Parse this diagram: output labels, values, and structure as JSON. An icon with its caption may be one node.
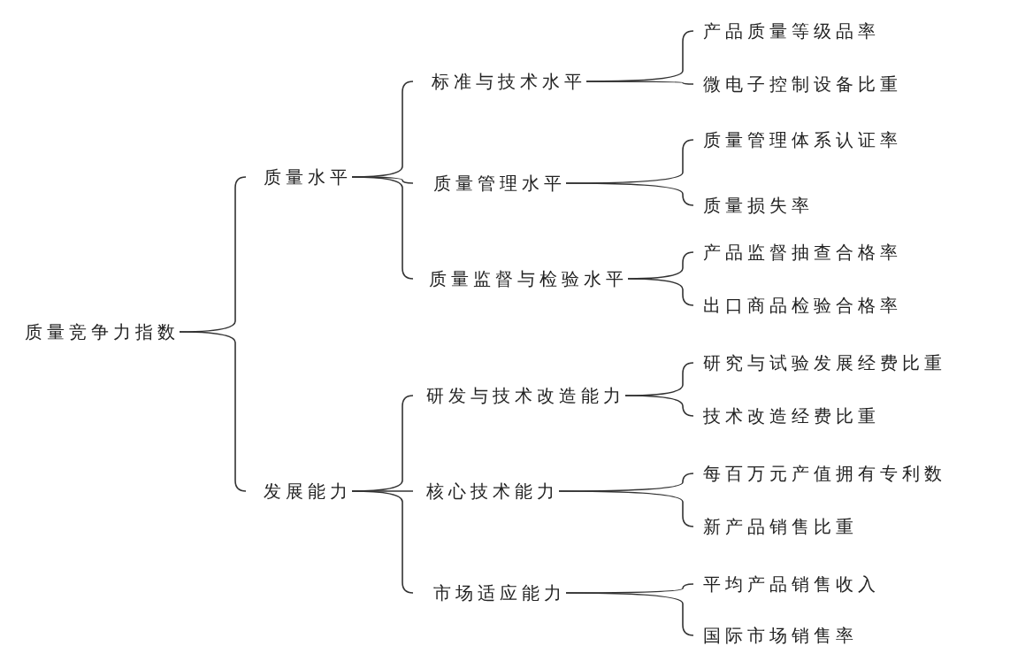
{
  "diagram": {
    "nodes": [
      {
        "text": [
          "质量竞争力指数"
        ]
      },
      {
        "text": [
          "质量水平"
        ]
      },
      {
        "text": [
          "发展能力"
        ]
      },
      {
        "text": [
          "标准与技术水平"
        ]
      },
      {
        "text": [
          "质量管理水平"
        ]
      },
      {
        "text": [
          "质量监督与检验水平"
        ]
      },
      {
        "text": [
          "研发与技术改造能力"
        ]
      },
      {
        "text": [
          "核心技术能力"
        ]
      },
      {
        "text": [
          "市场适应能力"
        ]
      },
      {
        "text": [
          "产品质量等级品率"
        ]
      },
      {
        "text": [
          "微电子控制设备比重"
        ]
      },
      {
        "text": [
          "质量管理体系认证率"
        ]
      },
      {
        "text": [
          "质量损失率"
        ]
      },
      {
        "text": [
          "产品监督抽查合格率"
        ]
      },
      {
        "text": [
          "出口商品检验合格率"
        ]
      },
      {
        "text": [
          "研究与试验发展经费比重"
        ]
      },
      {
        "text": [
          "技术改造经费比重"
        ]
      },
      {
        "text": [
          "每百万元产值拥有专利数"
        ]
      },
      {
        "text": [
          "新产品销售比重"
        ]
      },
      {
        "text": [
          "平均产品销售收入"
        ]
      },
      {
        "text": [
          "国际市场销售率"
        ]
      }
    ],
    "edges": [
      {
        "from": 0,
        "to": 1,
        "arrow": "none"
      },
      {
        "from": 0,
        "to": 2,
        "arrow": "none"
      },
      {
        "from": 1,
        "to": 3,
        "arrow": "none"
      },
      {
        "from": 1,
        "to": 4,
        "arrow": "none"
      },
      {
        "from": 1,
        "to": 5,
        "arrow": "none"
      },
      {
        "from": 2,
        "to": 6,
        "arrow": "none"
      },
      {
        "from": 2,
        "to": 7,
        "arrow": "none"
      },
      {
        "from": 2,
        "to": 8,
        "arrow": "none"
      },
      {
        "from": 3,
        "to": 9,
        "arrow": "none"
      },
      {
        "from": 3,
        "to": 10,
        "arrow": "none"
      },
      {
        "from": 4,
        "to": 11,
        "arrow": "none"
      },
      {
        "from": 4,
        "to": 12,
        "arrow": "none"
      },
      {
        "from": 5,
        "to": 13,
        "arrow": "none"
      },
      {
        "from": 5,
        "to": 14,
        "arrow": "none"
      },
      {
        "from": 6,
        "to": 15,
        "arrow": "none"
      },
      {
        "from": 6,
        "to": 16,
        "arrow": "none"
      },
      {
        "from": 7,
        "to": 17,
        "arrow": "none"
      },
      {
        "from": 7,
        "to": 18,
        "arrow": "none"
      },
      {
        "from": 8,
        "to": 19,
        "arrow": "none"
      },
      {
        "from": 8,
        "to": 20,
        "arrow": "none"
      }
    ]
  }
}
